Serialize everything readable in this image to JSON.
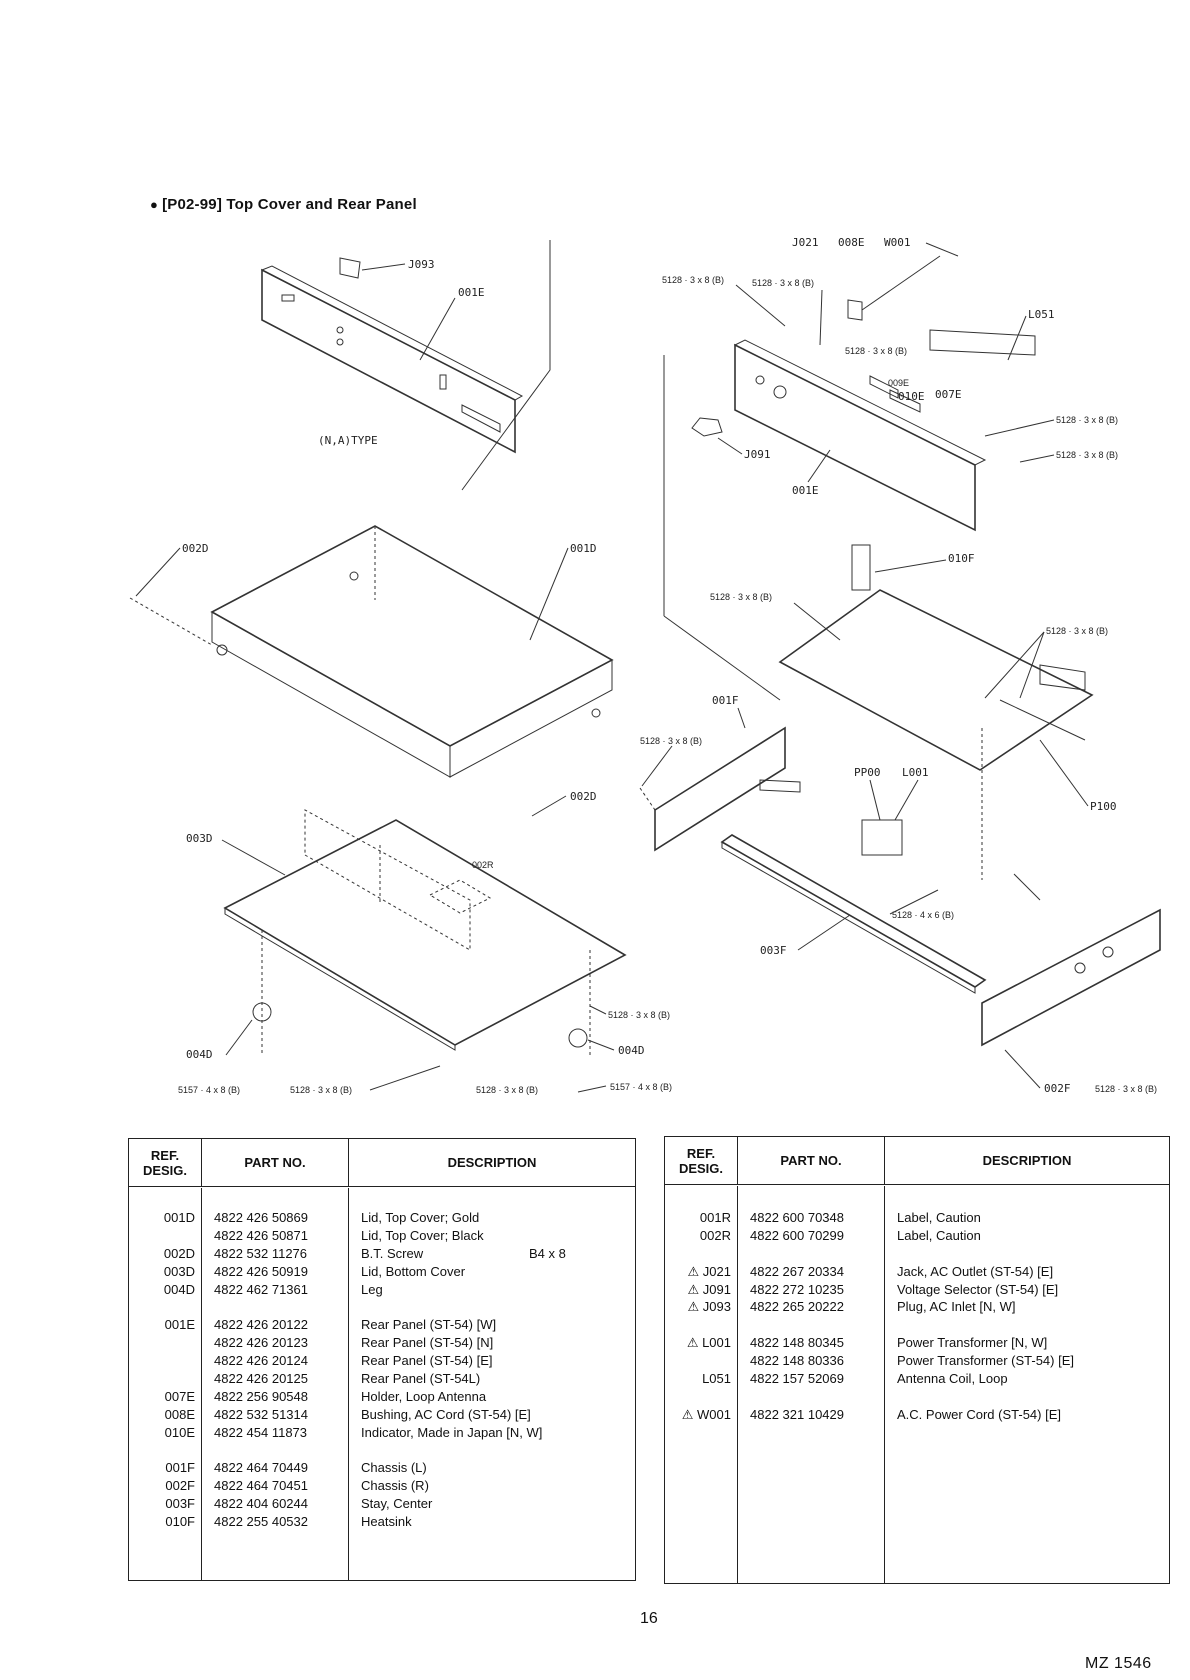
{
  "section": {
    "code": "[P02-99]",
    "title": "Top Cover and Rear Panel"
  },
  "diagram": {
    "labels": {
      "j093": "J093",
      "001e_a": "001E",
      "na_type": "(N,A)TYPE",
      "002d_a": "002D",
      "001d": "001D",
      "002d_b": "002D",
      "003d": "003D",
      "002r": "002R",
      "004d_a": "004D",
      "004d_b": "004D",
      "j021": "J021",
      "008e": "008E",
      "w001": "W001",
      "l051": "L051",
      "009e": "009E",
      "010e": "010E",
      "007e": "007E",
      "j091": "J091",
      "001e_b": "001E",
      "010f": "010F",
      "001f": "001F",
      "pp00": "PP00",
      "l001": "L001",
      "p100": "P100",
      "003f": "003F",
      "002f": "002F"
    },
    "screws": {
      "s1": "5128 · 3 x 8 (B)",
      "s2": "5128 · 3 x 8 (B)",
      "s3": "5128 · 3 x 8 (B)",
      "s4": "5128 · 3 x 8 (B)",
      "s5": "5128 · 3 x 8 (B)",
      "s6": "5128 · 3 x 8 (B)",
      "s7": "5128 · 3 x 8 (B)",
      "s8": "5128 · 3 x 8 (B)",
      "s9": "5128 · 4 x 6 (B)",
      "s10": "5128 · 3 x 8 (B)",
      "s11": "5157 · 4 x 8 (B)",
      "s12": "5128 · 3 x 8 (B)",
      "s13": "5128 · 3 x 8 (B)",
      "s14": "5157 · 4 x 8 (B)",
      "s15": "5128 · 3 x 8 (B)"
    }
  },
  "table_headers": {
    "ref": "REF. DESIG.",
    "part": "PART NO.",
    "desc": "DESCRIPTION"
  },
  "left_table": [
    {
      "ref": "001D",
      "part": "4822 426 50869",
      "desc": "Lid, Top Cover; Gold",
      "extra": ""
    },
    {
      "ref": "",
      "part": "4822 426 50871",
      "desc": "Lid, Top Cover; Black",
      "extra": ""
    },
    {
      "ref": "002D",
      "part": "4822 532 11276",
      "desc": "B.T. Screw",
      "extra": "B4 x 8"
    },
    {
      "ref": "003D",
      "part": "4822 426 50919",
      "desc": "Lid, Bottom Cover",
      "extra": ""
    },
    {
      "ref": "004D",
      "part": "4822 462 71361",
      "desc": "Leg",
      "extra": ""
    },
    {
      "ref": "",
      "part": "",
      "desc": "",
      "extra": ""
    },
    {
      "ref": "001E",
      "part": "4822 426 20122",
      "desc": "Rear Panel (ST-54) [W]",
      "extra": ""
    },
    {
      "ref": "",
      "part": "4822 426 20123",
      "desc": "Rear Panel (ST-54) [N]",
      "extra": ""
    },
    {
      "ref": "",
      "part": "4822 426 20124",
      "desc": "Rear Panel (ST-54) [E]",
      "extra": ""
    },
    {
      "ref": "",
      "part": "4822 426 20125",
      "desc": "Rear Panel (ST-54L)",
      "extra": ""
    },
    {
      "ref": "007E",
      "part": "4822 256 90548",
      "desc": "Holder, Loop Antenna",
      "extra": ""
    },
    {
      "ref": "008E",
      "part": "4822 532 51314",
      "desc": "Bushing, AC Cord (ST-54) [E]",
      "extra": ""
    },
    {
      "ref": "010E",
      "part": "4822 454 11873",
      "desc": "Indicator, Made in Japan [N, W]",
      "extra": ""
    },
    {
      "ref": "",
      "part": "",
      "desc": "",
      "extra": ""
    },
    {
      "ref": "001F",
      "part": "4822 464 70449",
      "desc": "Chassis (L)",
      "extra": ""
    },
    {
      "ref": "002F",
      "part": "4822 464 70451",
      "desc": "Chassis (R)",
      "extra": ""
    },
    {
      "ref": "003F",
      "part": "4822 404 60244",
      "desc": "Stay, Center",
      "extra": ""
    },
    {
      "ref": "010F",
      "part": "4822 255 40532",
      "desc": "Heatsink",
      "extra": ""
    }
  ],
  "right_table": [
    {
      "ref": "001R",
      "part": "4822 600 70348",
      "desc": "Label, Caution"
    },
    {
      "ref": "002R",
      "part": "4822 600 70299",
      "desc": "Label, Caution"
    },
    {
      "ref": "",
      "part": "",
      "desc": ""
    },
    {
      "ref": "⚠ J021",
      "part": "4822 267 20334",
      "desc": "Jack, AC Outlet (ST-54) [E]"
    },
    {
      "ref": "⚠ J091",
      "part": "4822 272 10235",
      "desc": "Voltage Selector (ST-54) [E]"
    },
    {
      "ref": "⚠ J093",
      "part": "4822 265 20222",
      "desc": "Plug, AC Inlet [N, W]"
    },
    {
      "ref": "",
      "part": "",
      "desc": ""
    },
    {
      "ref": "⚠ L001",
      "part": "4822 148 80345",
      "desc": "Power Transformer [N, W]"
    },
    {
      "ref": "",
      "part": "4822 148 80336",
      "desc": "Power Transformer (ST-54) [E]"
    },
    {
      "ref": "L051",
      "part": "4822 157 52069",
      "desc": "Antenna Coil, Loop"
    },
    {
      "ref": "",
      "part": "",
      "desc": ""
    },
    {
      "ref": "⚠ W001",
      "part": "4822 321 10429",
      "desc": "A.C. Power Cord (ST-54) [E]"
    }
  ],
  "footer": {
    "page": "16",
    "model": "MZ 1546"
  }
}
